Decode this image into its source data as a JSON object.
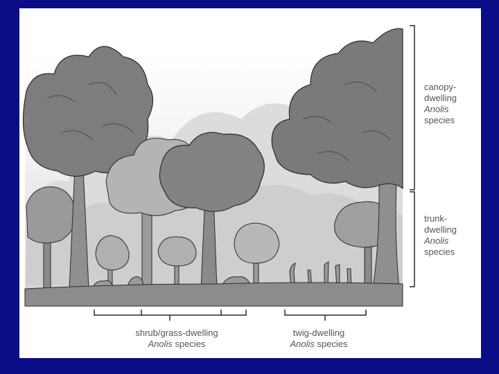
{
  "labels": {
    "canopy": {
      "line1": "canopy-",
      "line2": "dwelling",
      "genus": "Anolis",
      "tail": "species"
    },
    "trunk": {
      "line1": "trunk-",
      "line2": "dwelling",
      "genus": "Anolis",
      "tail": "species"
    },
    "shrub": {
      "line1": "shrub/grass-dwelling",
      "genus": "Anolis",
      "tail": " species"
    },
    "twig": {
      "line1": "twig-dwelling",
      "genus": "Anolis",
      "tail": " species"
    }
  },
  "colors": {
    "background": "#0a0d86",
    "panel": "#ffffff",
    "tree_dark": "#7d7d7d",
    "tree_mid": "#a4a4a4",
    "tree_light": "#c9c9c9",
    "ground": "#8c8c8c",
    "outline": "#2a2a2a",
    "label": "#555555"
  }
}
